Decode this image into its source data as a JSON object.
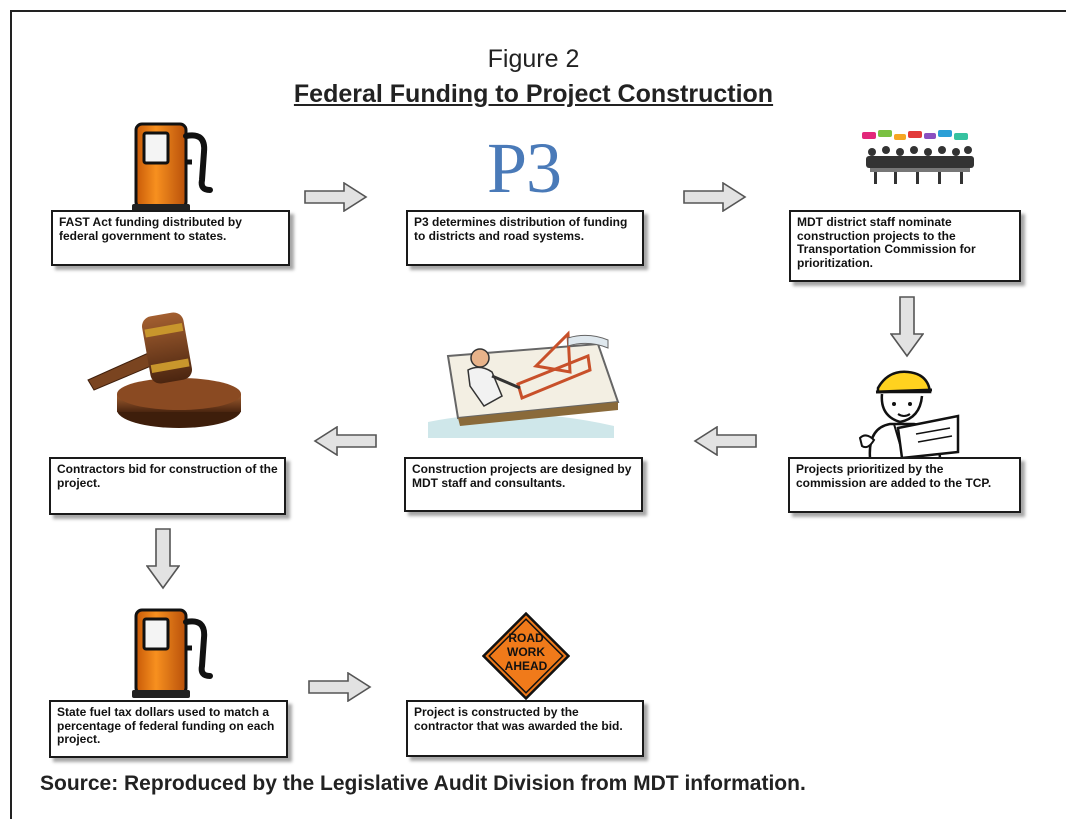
{
  "figure": {
    "label": "Figure 2",
    "title": "Federal Funding to Project Construction"
  },
  "steps": [
    {
      "text": "FAST Act funding distributed by federal government to states.",
      "icon": "fuel-pump-icon"
    },
    {
      "text": "P3 determines distribution of funding to districts and road systems.",
      "icon": "p3-logo",
      "logo_text": "P3"
    },
    {
      "text": "MDT district staff nominate construction projects to the Transportation Commission for prioritization.",
      "icon": "meeting-people-icon"
    },
    {
      "text": "Projects prioritized by the commission are added to the TCP.",
      "icon": "engineer-blueprint-icon"
    },
    {
      "text": "Construction projects are designed by MDT staff and consultants.",
      "icon": "drafting-table-icon"
    },
    {
      "text": "Contractors bid for construction of the project.",
      "icon": "gavel-icon"
    },
    {
      "text": "State fuel tax dollars used to match a percentage of federal funding on each project.",
      "icon": "fuel-pump-icon"
    },
    {
      "text": "Project is constructed by the contractor that was awarded the bid.",
      "icon": "road-work-sign-icon",
      "sign_lines": [
        "ROAD",
        "WORK",
        "AHEAD"
      ]
    }
  ],
  "source": "Source: Reproduced by the Legislative Audit Division from MDT information.",
  "colors": {
    "pump": "#f07a1a",
    "p3": "#4a7ab8",
    "sign": "#f07a1a",
    "arrow_fill": "#e2e2e2",
    "arrow_stroke": "#555555",
    "gavel": "#7a4420"
  }
}
